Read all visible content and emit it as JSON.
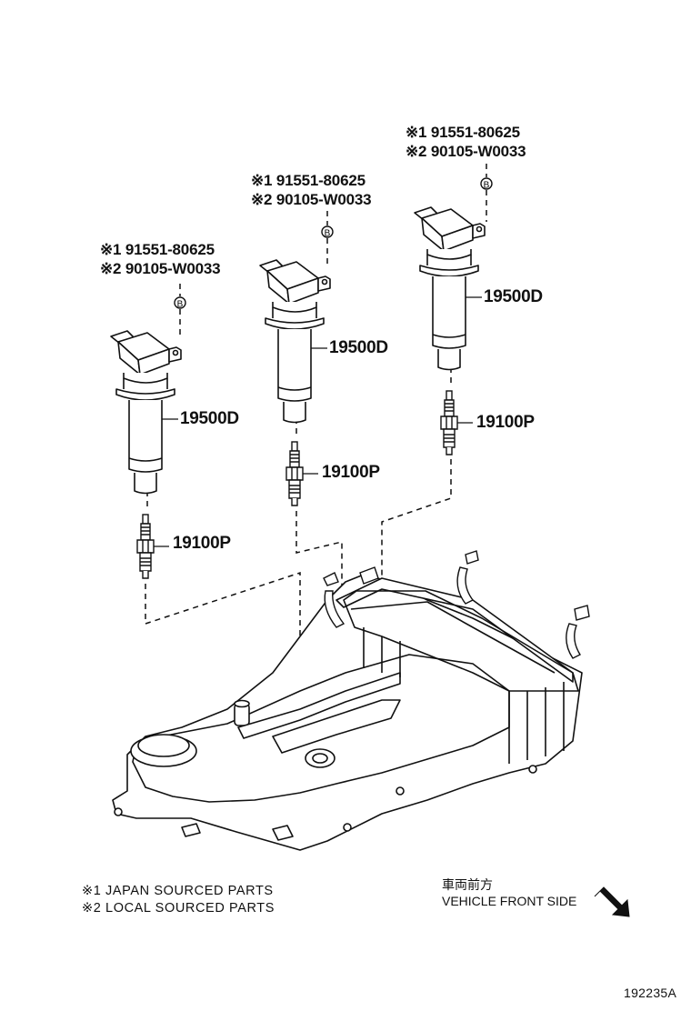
{
  "callouts": [
    {
      "line1": "※1 91551-80625",
      "line2": "※2 90105-W0033",
      "bolt": "B"
    },
    {
      "line1": "※1 91551-80625",
      "line2": "※2 90105-W0033",
      "bolt": "B"
    },
    {
      "line1": "※1 91551-80625",
      "line2": "※2 90105-W0033",
      "bolt": "B"
    }
  ],
  "parts": {
    "coil_left": "19500D",
    "coil_mid": "19500D",
    "coil_right": "19500D",
    "plug_left": "19100P",
    "plug_mid": "19100P",
    "plug_right": "19100P"
  },
  "notes": {
    "note1": "※1 JAPAN SOURCED PARTS",
    "note2": "※2 LOCAL SOURCED PARTS"
  },
  "front_side": {
    "jp": "車両前方",
    "en": "VEHICLE FRONT SIDE"
  },
  "figure_number": "192235A"
}
